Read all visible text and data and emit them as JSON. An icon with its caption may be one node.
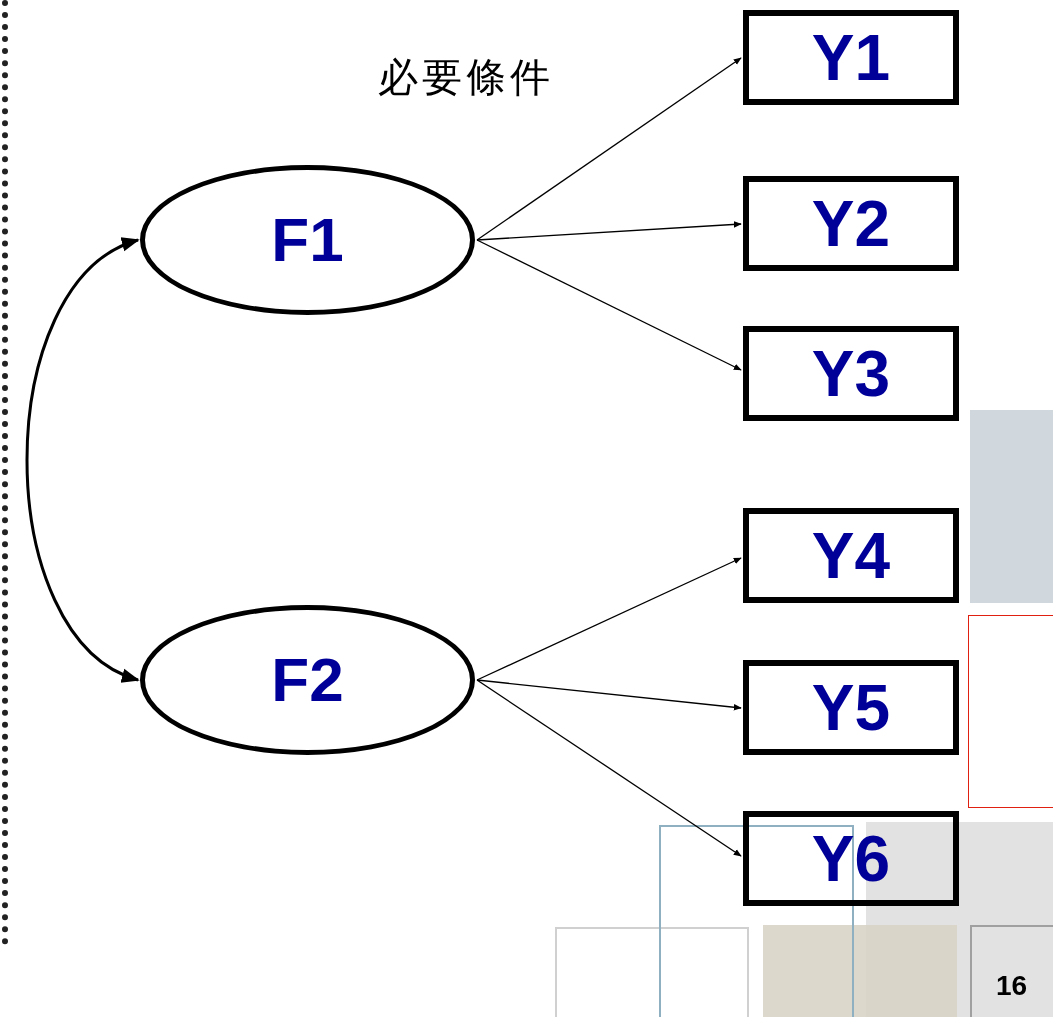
{
  "diagram": {
    "nodes": [
      {
        "text": [
          "F1"
        ]
      },
      {
        "text": [
          "F2"
        ]
      },
      {
        "text": [
          "Y1"
        ]
      },
      {
        "text": [
          "Y2"
        ]
      },
      {
        "text": [
          "Y3"
        ]
      },
      {
        "text": [
          "Y4"
        ]
      },
      {
        "text": [
          "Y5"
        ]
      },
      {
        "text": [
          "Y6"
        ]
      }
    ],
    "edges": [
      {
        "from": 0,
        "to": 1,
        "arrow": "both",
        "style": "thick"
      },
      {
        "from": 0,
        "to": 2,
        "arrow": "to"
      },
      {
        "from": 0,
        "to": 3,
        "arrow": "to"
      },
      {
        "from": 0,
        "to": 4,
        "arrow": "to"
      },
      {
        "from": 1,
        "to": 5,
        "arrow": "to"
      },
      {
        "from": 1,
        "to": 6,
        "arrow": "to"
      },
      {
        "from": 1,
        "to": 7,
        "arrow": "to"
      }
    ],
    "labels": [
      "必要條件",
      "16"
    ]
  }
}
